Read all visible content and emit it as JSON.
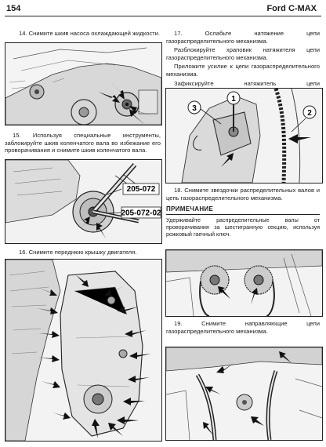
{
  "header": {
    "page_number": "154",
    "brand": "Ford C-MAX"
  },
  "steps": {
    "s14": "14. Снимите шкив насоса охлаждающей жидкости.",
    "s15": "15. Используя специальные инструменты, заблокируйте шкив коленчатого вала во избежание его проворачивания и снимите шкив коленчатого вала.",
    "s16": "16. Снимите переднюю крышку двигателя.",
    "s17_p1": "17. Ослабьте натяжение цепи газораспределительного механизма.",
    "s17_p2": "Разблокируйте храповик натяжителя цепи газораспределительного механизма.",
    "s17_p3": "Приложите усилие к цепи газораспределительного механизма.",
    "s17_p4": "Зафиксируйте натяжитель цепи газораспределительного механизма при помощи подходящего кернера.",
    "s18": "18. Снимите звездочки распределительных валов и цепь газораспределительного механизма.",
    "s19": "19. Снимите направляющие цепи газораспределительного механизма."
  },
  "note": {
    "heading": "ПРИМЕЧАНИЕ",
    "text": "Удерживайте распределительные валы от проворачивания за шестигранную секцию, используя рожковый гаечный ключ."
  },
  "figures": {
    "fig15_tool1": "205-072",
    "fig15_tool2": "205-072-02",
    "fig17_callouts": [
      "1",
      "2",
      "3"
    ]
  }
}
